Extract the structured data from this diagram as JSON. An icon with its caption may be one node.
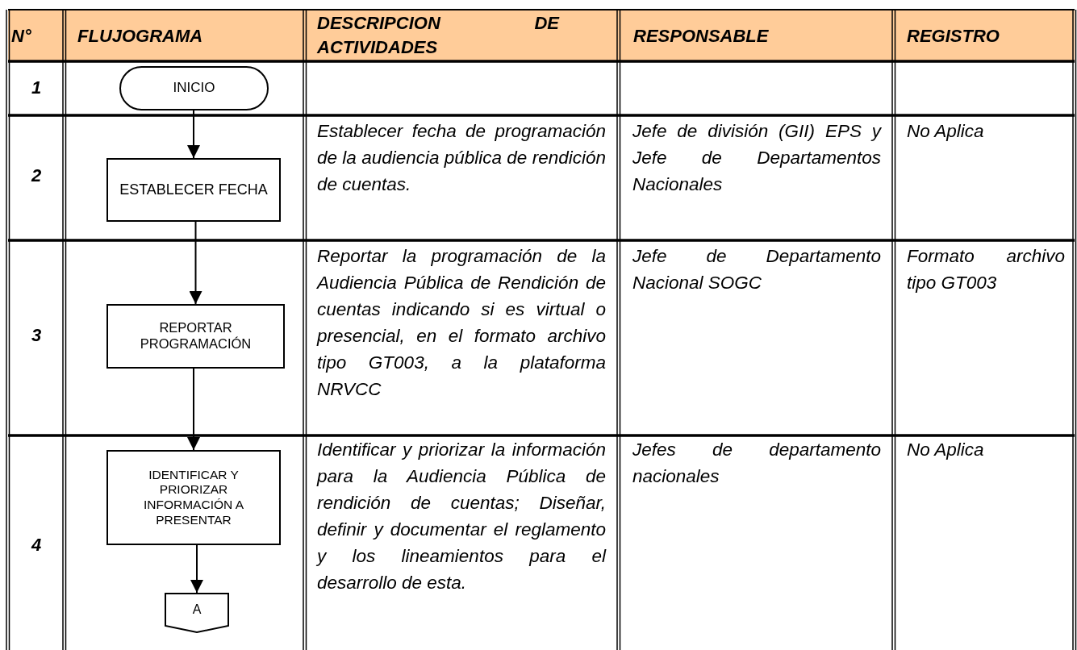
{
  "diagram": {
    "nodes": [
      {
        "text": [
          "INICIO"
        ]
      },
      {
        "text": [
          "ESTABLECER FECHA"
        ]
      },
      {
        "text": [
          "REPORTAR PROGRAMACIÓN"
        ]
      },
      {
        "text": [
          "IDENTIFICAR Y PRIORIZAR INFORMACIÓN A PRESENTAR"
        ]
      },
      {
        "text": [
          "A"
        ]
      }
    ],
    "edges": [
      {
        "from": 0,
        "to": 1,
        "arrow": "to"
      },
      {
        "from": 1,
        "to": 2,
        "arrow": "to"
      },
      {
        "from": 2,
        "to": 3,
        "arrow": "to"
      },
      {
        "from": 3,
        "to": 4,
        "arrow": "to"
      }
    ],
    "labels": [
      "N°",
      "FLUJOGRAMA",
      "DESCRIPCION DE ACTIVIDADES",
      "RESPONSABLE",
      "REGISTRO",
      "1",
      "2",
      "Establecer fecha de programación de la audiencia pública de rendición de cuentas.",
      "Jefe de división (GII) EPS y Jefe de Departamentos Nacionales",
      "No Aplica",
      "3",
      "Reportar la programación de la Audiencia Pública de Rendición de cuentas indicando si es virtual o presencial, en el formato archivo tipo GT003, a la plataforma NRVCC",
      "Jefe de Departamento Nacional SOGC",
      "Formato archivo tipo GT003",
      "4",
      "Identificar y priorizar la información para la Audiencia Pública de rendición de cuentas; Diseñar, definir y documentar el reglamento y los lineamientos para el desarrollo de esta.",
      "Jefes de departamento nacionales",
      "No Aplica"
    ]
  }
}
